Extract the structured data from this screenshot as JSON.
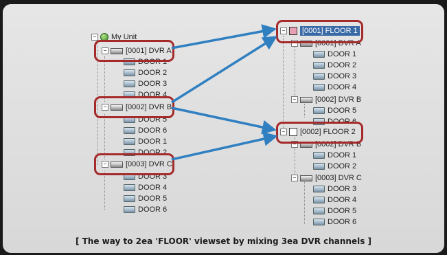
{
  "left_tree": {
    "root": "My Unit",
    "dvrs": [
      {
        "label": "[0001] DVR A",
        "doors": [
          "DOOR 1",
          "DOOR 2",
          "DOOR 3",
          "DOOR 4"
        ]
      },
      {
        "label": "[0002] DVR B",
        "doors": [
          "DOOR 5",
          "DOOR 6",
          "DOOR 1",
          "DOOR 2"
        ]
      },
      {
        "label": "[0003] DVR C",
        "doors": [
          "DOOR 3",
          "DOOR 4",
          "DOOR 5",
          "DOOR 6"
        ]
      }
    ]
  },
  "right_tree": {
    "floors": [
      {
        "label": "[0001] FLOOR 1",
        "groups": [
          {
            "label": "[0001] DVR A",
            "doors": [
              "DOOR 1",
              "DOOR 2",
              "DOOR 3",
              "DOOR 4"
            ]
          },
          {
            "label": "[0002] DVR B",
            "doors": [
              "DOOR 5",
              "DOOR 6"
            ]
          }
        ]
      },
      {
        "label": "[0002] FLOOR 2",
        "groups": [
          {
            "label": "[0002] DVR B",
            "doors": [
              "DOOR 1",
              "DOOR 2"
            ]
          },
          {
            "label": "[0003] DVR C",
            "doors": [
              "DOOR 3",
              "DOOR 4",
              "DOOR 5",
              "DOOR 6"
            ]
          }
        ]
      }
    ]
  },
  "caption": "[ The way to 2ea 'FLOOR' viewset by mixing 3ea DVR channels ]",
  "colors": {
    "frame": "#a52a2a",
    "arrow": "#2f7fc1",
    "selection": "#3a6aa6"
  }
}
